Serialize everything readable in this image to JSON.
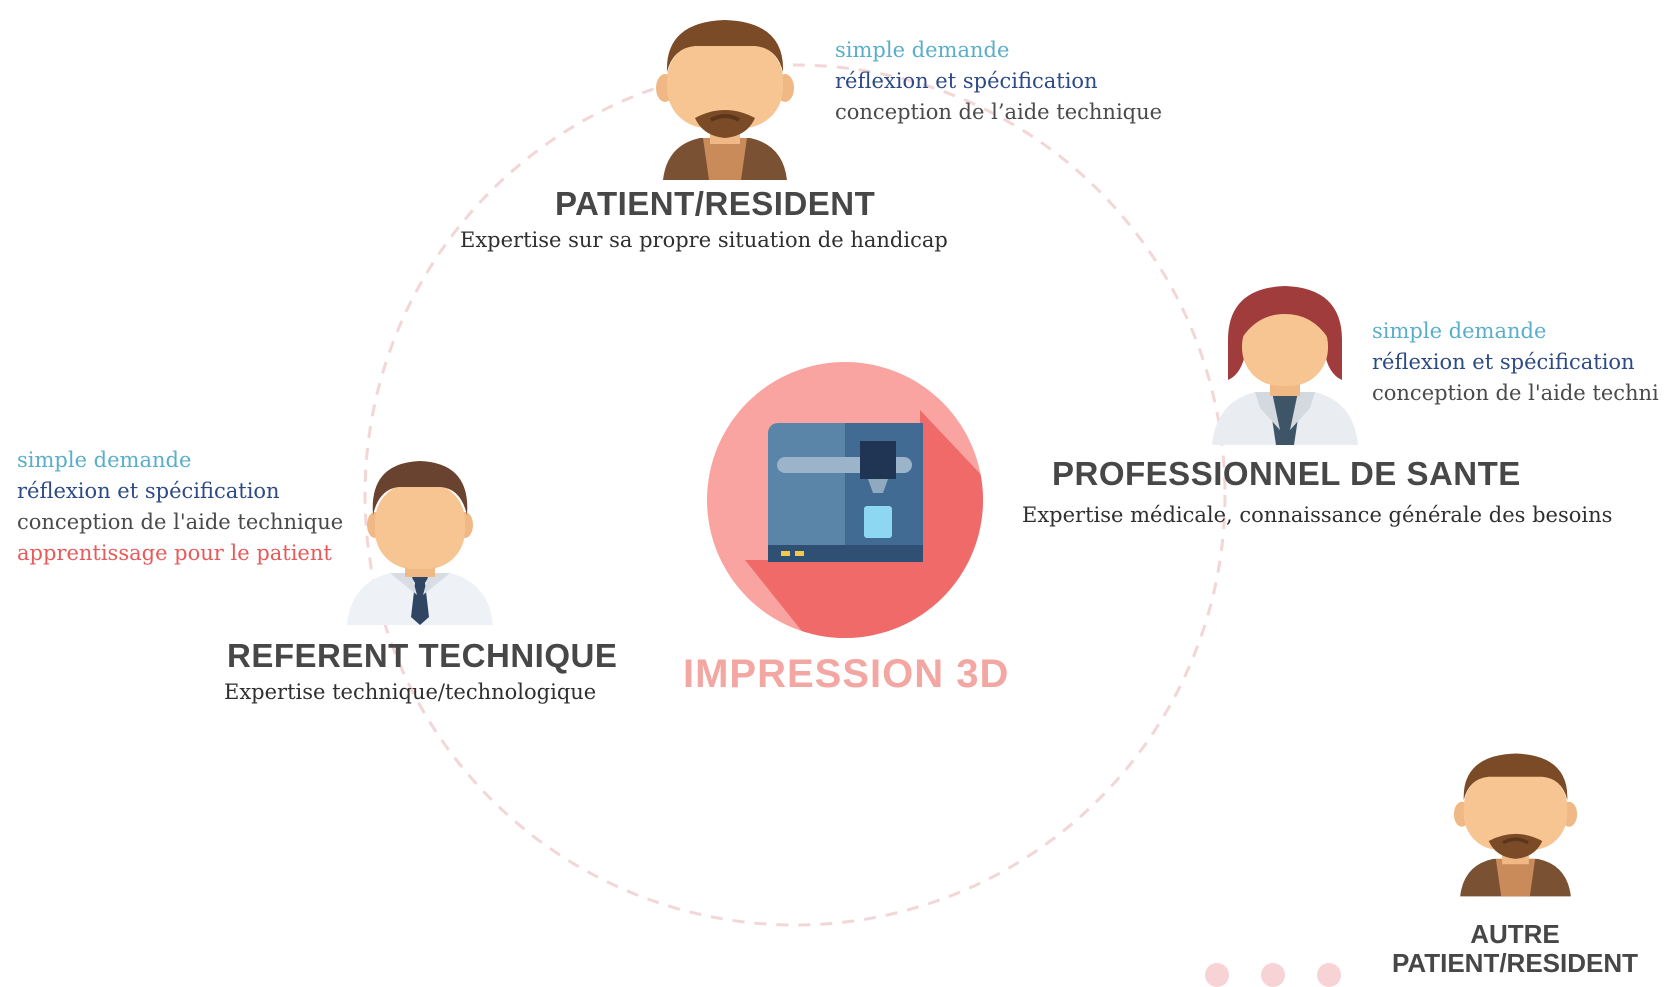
{
  "center": {
    "label": "IMPRESSION 3D",
    "icon": "3d-printer-icon",
    "accent": "#f06a6a",
    "circle_color": "#f9a4a0"
  },
  "levels_legend_colors": {
    "simple": "#5aaec9",
    "reflexion": "#2d4a86",
    "conception": "#4a4a4a",
    "apprentissage": "#e85a5a"
  },
  "roles": {
    "patient": {
      "title": "PATIENT/RESIDENT",
      "subtitle": "Expertise sur sa propre situation de handicap",
      "levels": [
        "simple demande",
        "réflexion et spécification",
        "conception de l’aide technique"
      ],
      "icon": "man-bearded-avatar-icon"
    },
    "professionnel": {
      "title": "PROFESSIONNEL DE SANTE",
      "subtitle": "Expertise médicale, connaissance générale des besoins",
      "levels": [
        "simple demande",
        "réflexion et spécification",
        "conception de l'aide techni"
      ],
      "icon": "woman-doctor-avatar-icon"
    },
    "referent": {
      "title": "REFERENT TECHNIQUE",
      "subtitle": "Expertise technique/technologique",
      "levels": [
        "simple demande",
        "réflexion et spécification",
        "conception de l'aide technique",
        "apprentissage pour le patient"
      ],
      "icon": "man-tie-avatar-icon"
    }
  },
  "other": {
    "title_line1": "AUTRE",
    "title_line2": "PATIENT/RESIDENT",
    "icon": "man-bearded-avatar-icon",
    "dots": 3
  }
}
